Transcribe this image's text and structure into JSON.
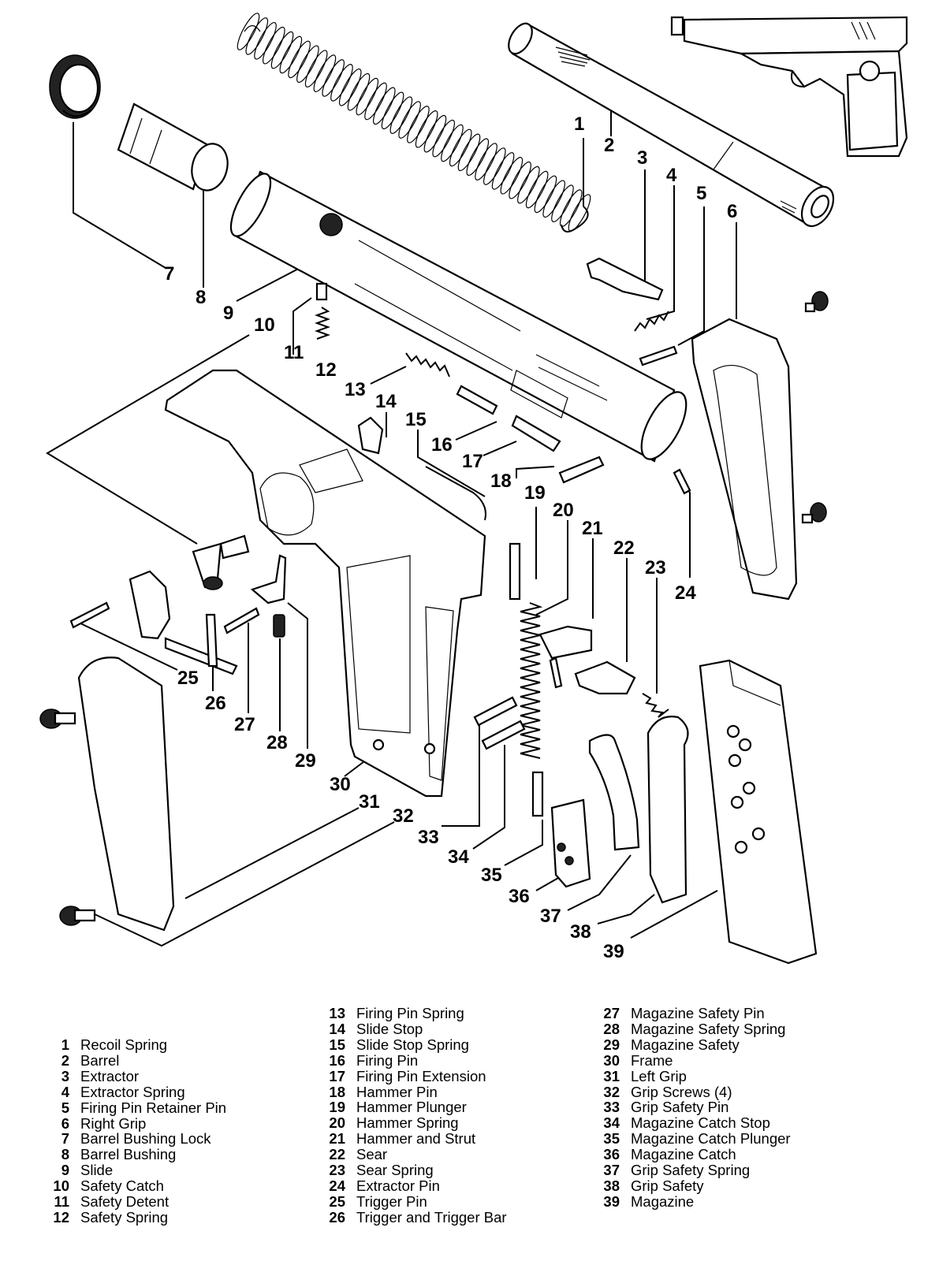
{
  "callouts": [
    "1",
    "2",
    "3",
    "4",
    "5",
    "6",
    "7",
    "8",
    "9",
    "10",
    "11",
    "12",
    "13",
    "14",
    "15",
    "16",
    "17",
    "18",
    "19",
    "20",
    "21",
    "22",
    "23",
    "24",
    "25",
    "26",
    "27",
    "28",
    "29",
    "30",
    "31",
    "32",
    "33",
    "34",
    "35",
    "36",
    "37",
    "38",
    "39"
  ],
  "legend": {
    "col1": [
      {
        "num": "1",
        "name": "Recoil Spring"
      },
      {
        "num": "2",
        "name": "Barrel"
      },
      {
        "num": "3",
        "name": "Extractor"
      },
      {
        "num": "4",
        "name": "Extractor Spring"
      },
      {
        "num": "5",
        "name": "Firing Pin Retainer Pin"
      },
      {
        "num": "6",
        "name": "Right Grip"
      },
      {
        "num": "7",
        "name": "Barrel Bushing Lock"
      },
      {
        "num": "8",
        "name": "Barrel Bushing"
      },
      {
        "num": "9",
        "name": "Slide"
      },
      {
        "num": "10",
        "name": "Safety Catch"
      },
      {
        "num": "11",
        "name": "Safety Detent"
      },
      {
        "num": "12",
        "name": "Safety Spring"
      }
    ],
    "col2": [
      {
        "num": "13",
        "name": "Firing Pin Spring"
      },
      {
        "num": "14",
        "name": "Slide Stop"
      },
      {
        "num": "15",
        "name": "Slide Stop Spring"
      },
      {
        "num": "16",
        "name": "Firing Pin"
      },
      {
        "num": "17",
        "name": "Firing Pin Extension"
      },
      {
        "num": "18",
        "name": "Hammer Pin"
      },
      {
        "num": "19",
        "name": "Hammer Plunger"
      },
      {
        "num": "20",
        "name": "Hammer Spring"
      },
      {
        "num": "21",
        "name": "Hammer and Strut"
      },
      {
        "num": "22",
        "name": "Sear"
      },
      {
        "num": "23",
        "name": "Sear Spring"
      },
      {
        "num": "24",
        "name": "Extractor Pin"
      },
      {
        "num": "25",
        "name": "Trigger Pin"
      },
      {
        "num": "26",
        "name": "Trigger and Trigger Bar"
      }
    ],
    "col3": [
      {
        "num": "27",
        "name": "Magazine Safety Pin"
      },
      {
        "num": "28",
        "name": "Magazine Safety Spring"
      },
      {
        "num": "29",
        "name": "Magazine Safety"
      },
      {
        "num": "30",
        "name": "Frame"
      },
      {
        "num": "31",
        "name": "Left Grip"
      },
      {
        "num": "32",
        "name": "Grip Screws (4)"
      },
      {
        "num": "33",
        "name": "Grip Safety Pin"
      },
      {
        "num": "34",
        "name": "Magazine Catch Stop"
      },
      {
        "num": "35",
        "name": "Magazine Catch Plunger"
      },
      {
        "num": "36",
        "name": "Magazine Catch"
      },
      {
        "num": "37",
        "name": "Grip Safety Spring"
      },
      {
        "num": "38",
        "name": "Grip Safety"
      },
      {
        "num": "39",
        "name": "Magazine"
      }
    ]
  }
}
